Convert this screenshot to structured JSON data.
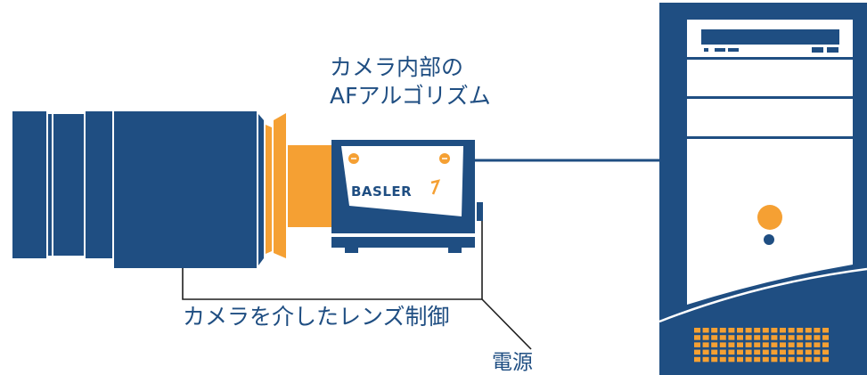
{
  "labels": {
    "af_algorithm_line1": "カメラ内部の",
    "af_algorithm_line2": "AFアルゴリズム",
    "lens_control": "カメラを介したレンズ制御",
    "power": "電源"
  },
  "camera": {
    "brand": "BASLER"
  },
  "colors": {
    "navy": "#1f4e82",
    "orange": "#f5a033",
    "white": "#ffffff"
  },
  "icons": {
    "camera_screw": "orange-screw",
    "pc_power_button": "orange-circle",
    "pc_led": "navy-dot"
  }
}
